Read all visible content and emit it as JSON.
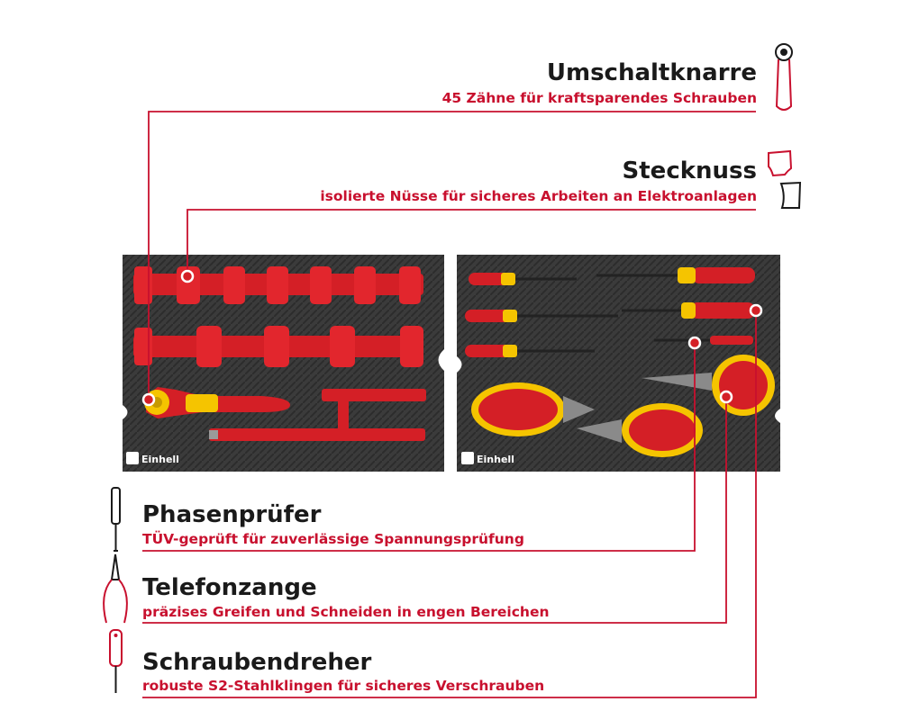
{
  "features": {
    "ratchet": {
      "title": "Umschaltknarre",
      "subtitle": "45 Zähne für kraftsparendes Schrauben"
    },
    "socket": {
      "title": "Stecknuss",
      "subtitle": "isolierte Nüsse für sicheres Arbeiten an Elektroanlagen"
    },
    "tester": {
      "title": "Phasenprüfer",
      "subtitle": "TÜV-geprüft für zuverlässige Spannungsprüfung"
    },
    "pliers": {
      "title": "Telefonzange",
      "subtitle": "präzises Greifen und Schneiden in engen Bereichen"
    },
    "screwdriver": {
      "title": "Schraubendreher",
      "subtitle": "robuste S2-Stahlklingen für sicheres Verschrauben"
    }
  },
  "brand": {
    "name": "Einhell"
  },
  "colors": {
    "accent": "#c8102e",
    "tray": "#3a3a3a",
    "tool_red": "#d41f26",
    "tool_yellow": "#f5c400"
  }
}
